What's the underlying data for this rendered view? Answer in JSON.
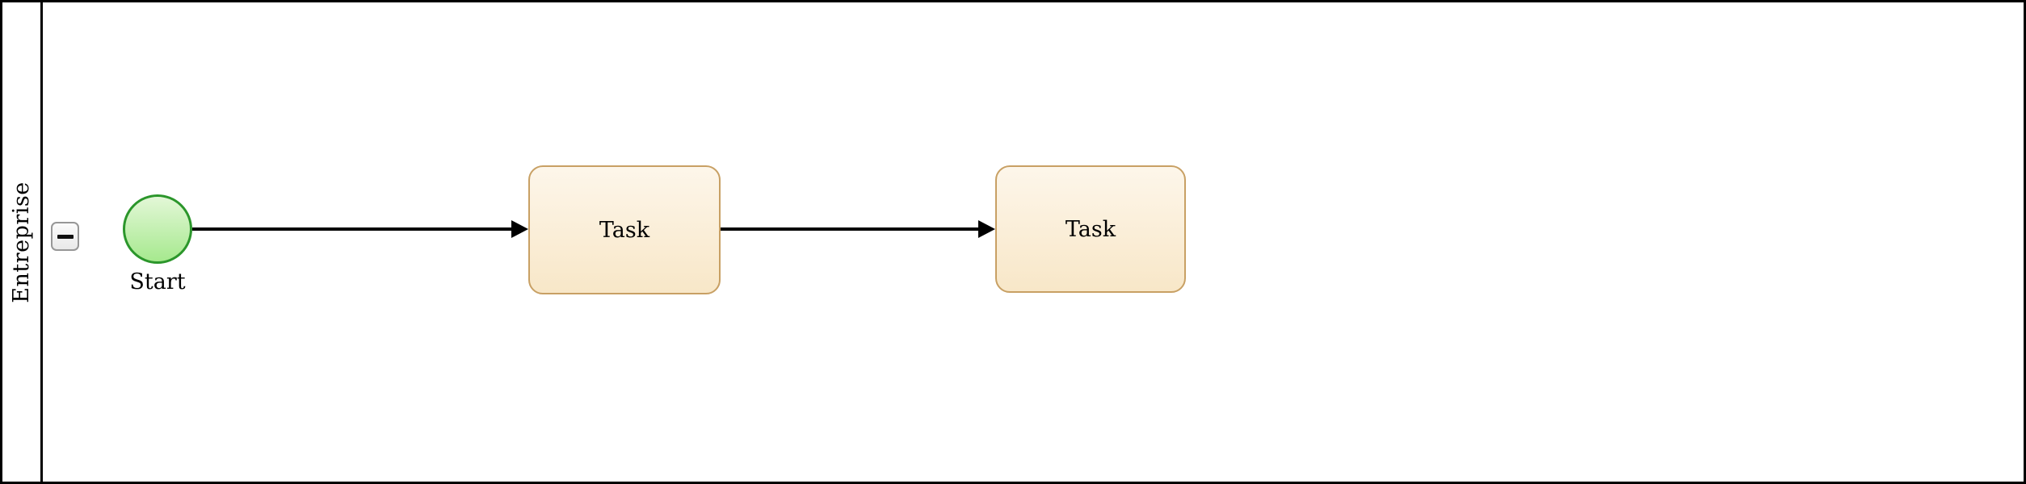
{
  "diagram_type": "bpmn-process",
  "pool": {
    "label": "Entreprise",
    "collapse_icon": "minus-icon"
  },
  "nodes": [
    {
      "id": "start-event",
      "type": "start-event",
      "shape": "circle",
      "label": "Start"
    },
    {
      "id": "task-1",
      "type": "task",
      "shape": "rounded-rectangle",
      "label": "Task"
    },
    {
      "id": "task-2",
      "type": "task",
      "shape": "rounded-rectangle",
      "label": "Task"
    }
  ],
  "edges": [
    {
      "from": "start-event",
      "to": "task-1",
      "style": "solid-arrow"
    },
    {
      "from": "task-1",
      "to": "task-2",
      "style": "solid-arrow"
    }
  ],
  "colors": {
    "pool_border": "#000000",
    "event_stroke": "#2b962b",
    "event_fill_top": "#e3f7d7",
    "event_fill_bottom": "#a6e98e",
    "task_stroke": "#c8a064",
    "task_fill_top": "#fdf6ea",
    "task_fill_bottom": "#f8e7c8",
    "edge_color": "#000000",
    "button_border": "#979797",
    "button_fill": "#f4f4f4"
  }
}
